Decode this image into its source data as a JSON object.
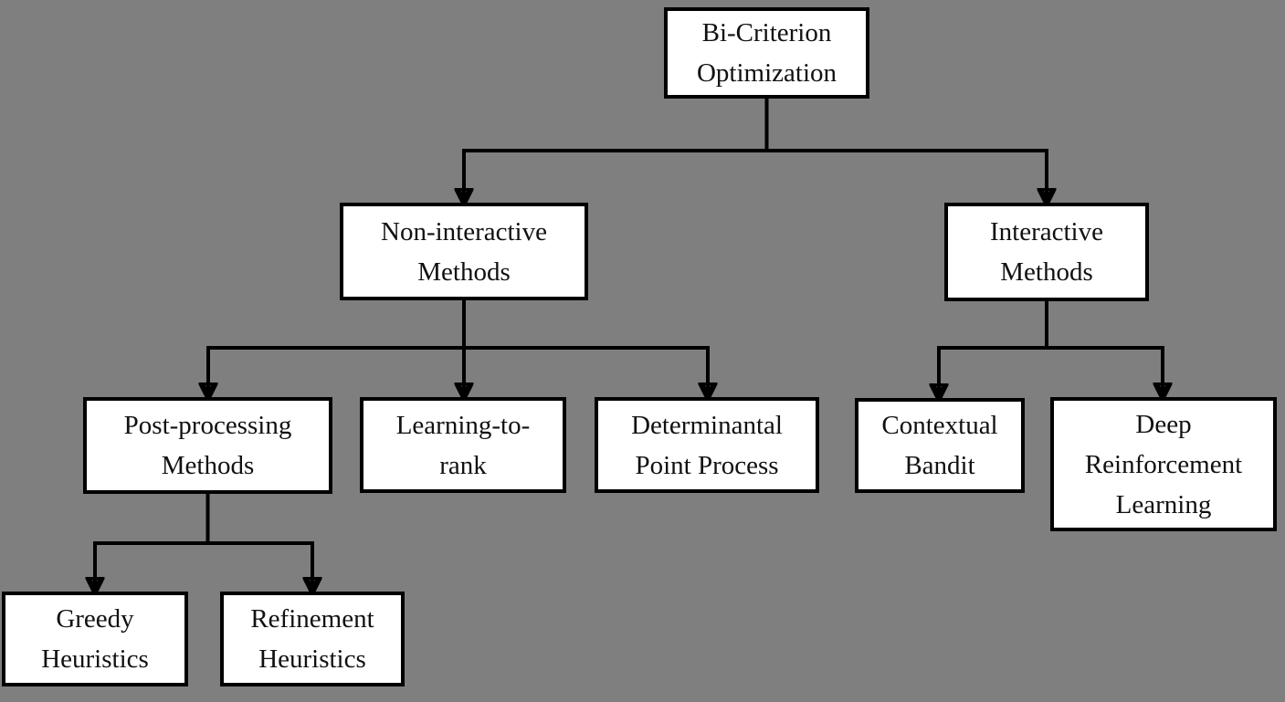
{
  "diagram": {
    "type": "flowchart-taxonomy",
    "background_color": "#7f7f7f",
    "node_fill_color": "#ffffff",
    "node_border_color": "#000000",
    "connector_color": "#000000",
    "text_color": "#111111",
    "nodes": {
      "root": {
        "label": "Bi-Criterion\nOptimization"
      },
      "non_interactive": {
        "label": "Non-interactive\nMethods"
      },
      "interactive": {
        "label": "Interactive\nMethods"
      },
      "post_processing": {
        "label": "Post-processing\nMethods"
      },
      "learning_to_rank": {
        "label": "Learning-to-\nrank"
      },
      "dpp": {
        "label": "Determinantal\nPoint Process"
      },
      "contextual_bandit": {
        "label": "Contextual\nBandit"
      },
      "deep_rl": {
        "label": "Deep\nReinforcement\nLearning"
      },
      "greedy": {
        "label": "Greedy\nHeuristics"
      },
      "refinement": {
        "label": "Refinement\nHeuristics"
      }
    },
    "edges": [
      {
        "from": "root",
        "to": "non_interactive"
      },
      {
        "from": "root",
        "to": "interactive"
      },
      {
        "from": "non_interactive",
        "to": "post_processing"
      },
      {
        "from": "non_interactive",
        "to": "learning_to_rank"
      },
      {
        "from": "non_interactive",
        "to": "dpp"
      },
      {
        "from": "interactive",
        "to": "contextual_bandit"
      },
      {
        "from": "interactive",
        "to": "deep_rl"
      },
      {
        "from": "post_processing",
        "to": "greedy"
      },
      {
        "from": "post_processing",
        "to": "refinement"
      }
    ]
  }
}
